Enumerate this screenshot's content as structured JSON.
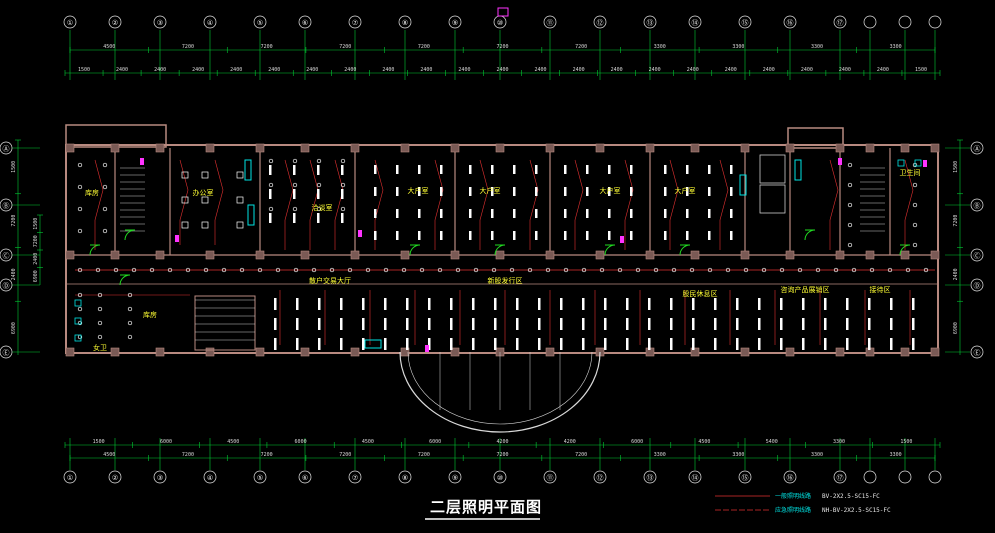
{
  "title": "二层照明平面图",
  "axes_top": [
    "①",
    "②",
    "③",
    "④",
    "⑤",
    "⑥",
    "⑦",
    "⑧",
    "⑨",
    "⑩",
    "⑪",
    "⑫",
    "⑬",
    "⑭",
    "⑮",
    "⑯",
    "⑰"
  ],
  "axes_bottom": [
    "①",
    "②",
    "③",
    "④",
    "⑤",
    "⑥",
    "⑦",
    "⑧",
    "⑨",
    "⑩",
    "⑪",
    "⑫",
    "⑬",
    "⑭",
    "⑮",
    "⑯",
    "⑰"
  ],
  "axes_left": [
    "Ⓐ",
    "Ⓑ",
    "Ⓒ",
    "Ⓓ",
    "Ⓔ"
  ],
  "axes_right": [
    "Ⓐ",
    "Ⓑ",
    "Ⓒ",
    "Ⓓ",
    "Ⓔ"
  ],
  "dims_top_overall": [
    "4500",
    "7200",
    "7200",
    "7200",
    "7200",
    "7200",
    "7200",
    "3300",
    "3300",
    "3300",
    "3300"
  ],
  "dims_top_detail": [
    "1500",
    "2400",
    "2400",
    "2400",
    "2400",
    "2400",
    "2400",
    "2400",
    "2400",
    "2400",
    "2400",
    "2400",
    "2400",
    "2400",
    "2400",
    "2400",
    "2400",
    "2400",
    "2400",
    "2400",
    "2400",
    "2400",
    "1500"
  ],
  "dims_bottom_detail": [
    "1500",
    "6000",
    "4500",
    "6000",
    "4500",
    "6000",
    "4200",
    "4200",
    "6000",
    "4500",
    "5400",
    "3300",
    "1500"
  ],
  "dims_bottom_overall": [
    "4500",
    "7200",
    "7200",
    "7200",
    "7200",
    "7200",
    "7200",
    "3300",
    "3300",
    "3300",
    "3300"
  ],
  "dims_left": [
    "1500",
    "7200",
    "2400",
    "6900"
  ],
  "dims_right": [
    "1500",
    "7200",
    "2400",
    "6900"
  ],
  "rooms": [
    "库房",
    "办公室",
    "洽谈室",
    "大户室",
    "大户室",
    "大户室",
    "大户室",
    "散户交易大厅",
    "新股发行区",
    "股民休息区",
    "咨询产品展销区",
    "接待区",
    "卫生间",
    "女卫",
    "库房"
  ],
  "legend": [
    {
      "label": "一般照明线路",
      "spec": "BV-2X2.5-SC15-FC",
      "color": "#e03030"
    },
    {
      "label": "应急照明线路",
      "spec": "NH-BV-2X2.5-SC15-FC",
      "color": "#e03030"
    }
  ],
  "colors": {
    "wall": "#b88a80",
    "wire": "#e03030",
    "grid": "#00cc33",
    "door": "#22dd22",
    "fixture": "#ffffff",
    "cyan": "#00e5e5",
    "magenta": "#ff33ff",
    "text": "#ffff33"
  }
}
